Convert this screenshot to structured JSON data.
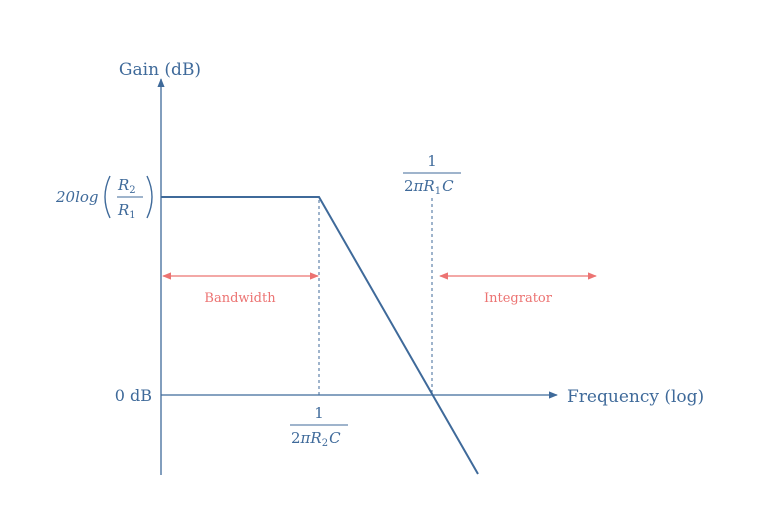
{
  "diagram": {
    "type": "bode-magnitude-plot",
    "colors": {
      "axis": "#3f6a9a",
      "curve": "#3f6a9a",
      "annotation": "#ec7372",
      "text": "#3f6a9a",
      "background": "#ffffff"
    },
    "y_axis": {
      "label": "Gain (dB)",
      "ticks": {
        "high": {
          "prefix": "20log",
          "numerator": "R",
          "numerator_sub": "2",
          "denominator": "R",
          "denominator_sub": "1"
        },
        "zero": "0 dB"
      }
    },
    "x_axis": {
      "label": "Frequency (log)",
      "corner_frequency": {
        "numerator": "1",
        "denominator_prefix": "2πR",
        "denominator_sub": "2",
        "denominator_suffix": "C"
      },
      "unity_gain_frequency": {
        "numerator": "1",
        "denominator_prefix": "2πR",
        "denominator_sub": "1",
        "denominator_suffix": "C"
      }
    },
    "regions": [
      {
        "label": "Bandwidth"
      },
      {
        "label": "Integrator"
      }
    ],
    "curve": {
      "description": "Flat gain at 20log(R2/R1) until 1/(2πR2C), then rolls off, crossing 0 dB at 1/(2πR1C)"
    }
  }
}
